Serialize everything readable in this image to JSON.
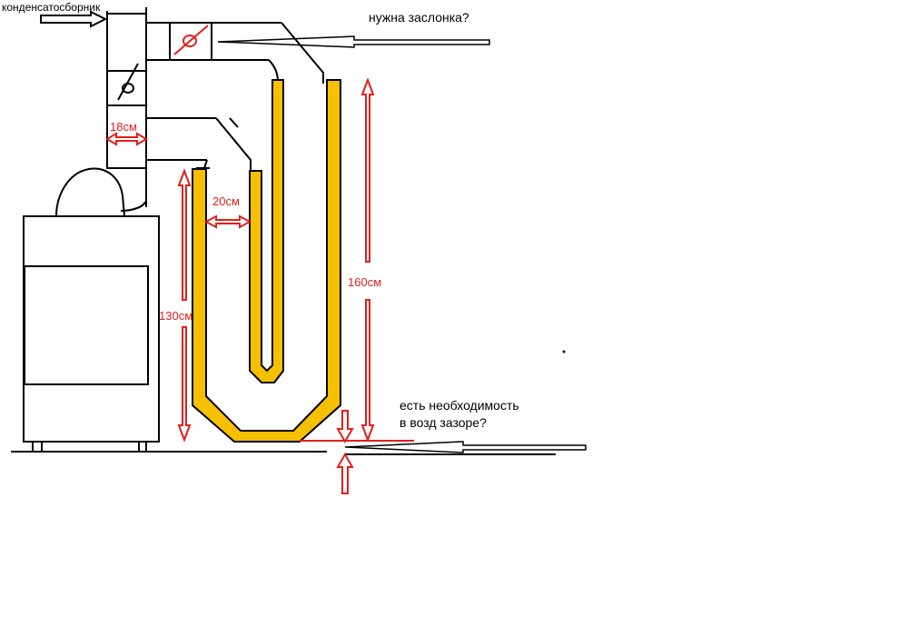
{
  "labels": {
    "condensate_collector": "конденсатосборник",
    "damper_question": "нужна заслонка?",
    "dim_18": "18см",
    "dim_20": "20см",
    "dim_130": "130см",
    "dim_160": "160см",
    "air_gap_line1": "есть необходимость",
    "air_gap_line2": "в возд зазоре?"
  },
  "colors": {
    "outline": "#000000",
    "pipe_fill": "#f5c000",
    "dimension": "#e0201c"
  }
}
